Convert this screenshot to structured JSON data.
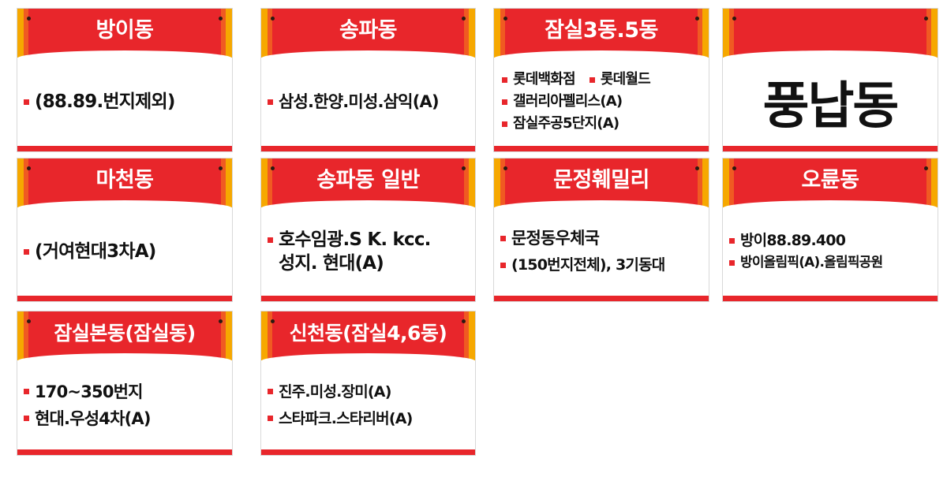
{
  "colors": {
    "accent_red": "#e8262b",
    "accent_orange": "#f05a22",
    "accent_yellow": "#f6a800"
  },
  "cards": [
    {
      "title": "방이동",
      "lines": [
        "(88.89.번지제외)"
      ]
    },
    {
      "title": "송파동",
      "lines": [
        "삼성.한양.미성.삼익(A)"
      ]
    },
    {
      "title": "잠실3동.5동",
      "lines": [
        "롯데백화점",
        "롯데월드",
        "갤러리아펠리스(A)",
        "잠실주공5단지(A)"
      ]
    },
    {
      "title": "",
      "big": "풍납동"
    },
    {
      "title": "마천동",
      "lines": [
        "(거여현대3차A)"
      ]
    },
    {
      "title": "송파동 일반",
      "lines": [
        "호수임광.S K. kcc.",
        "성지. 현대(A)"
      ]
    },
    {
      "title": "문정훼밀리",
      "lines": [
        "문정동우체국",
        "(150번지전체), 3기동대"
      ]
    },
    {
      "title": "오륜동",
      "lines": [
        "방이88.89.400",
        "방이올림픽(A).올림픽공원"
      ]
    },
    {
      "title": "잠실본동(잠실동)",
      "lines": [
        "170~350번지",
        "현대.우성4차(A)"
      ]
    },
    {
      "title": "신천동(잠실4,6동)",
      "lines": [
        "진주.미성.장미(A)",
        "스타파크.스타리버(A)"
      ]
    }
  ]
}
